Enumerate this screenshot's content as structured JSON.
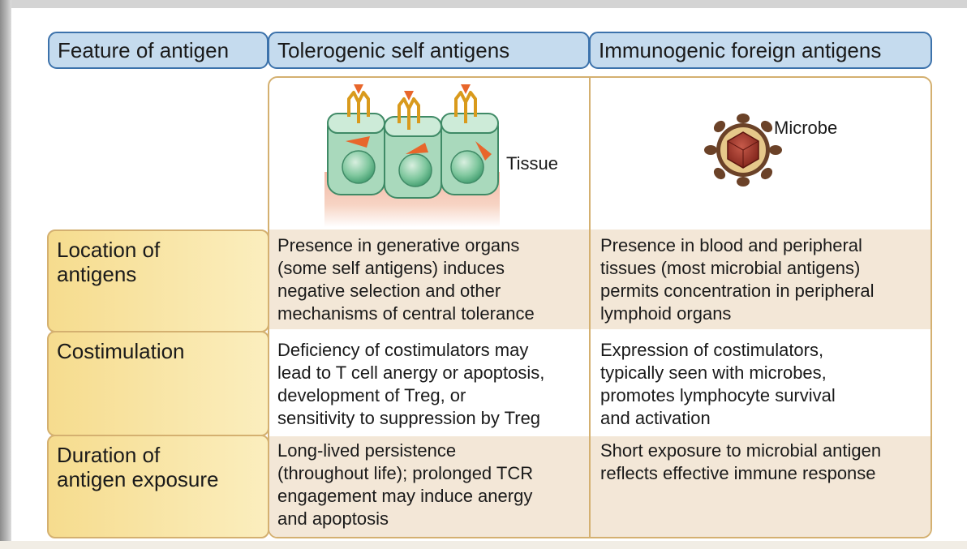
{
  "headers": [
    "Feature of antigen",
    "Tolerogenic self antigens",
    "Immunogenic foreign antigens"
  ],
  "illustrations": {
    "tissue_label": "Tissue",
    "microbe_label": "Microbe"
  },
  "rows": [
    {
      "feature": [
        "Location of",
        "antigens"
      ],
      "self": [
        "Presence in generative organs",
        "(some self antigens) induces",
        "negative selection and other",
        "mechanisms of central tolerance"
      ],
      "foreign": [
        "Presence in blood and peripheral",
        "tissues (most microbial antigens)",
        "permits concentration in peripheral",
        "lymphoid organs"
      ]
    },
    {
      "feature": [
        "Costimulation"
      ],
      "self": [
        "Deficiency of costimulators may",
        "lead to T cell anergy or apoptosis,",
        "development of Treg, or",
        "sensitivity to suppression by Treg"
      ],
      "foreign": [
        "Expression of costimulators,",
        "typically seen with microbes,",
        "promotes lymphocyte survival",
        "and activation"
      ]
    },
    {
      "feature": [
        "Duration of",
        "antigen exposure"
      ],
      "self": [
        "Long-lived persistence",
        "(throughout life); prolonged TCR",
        "engagement may induce anergy",
        "and apoptosis"
      ],
      "foreign": [
        "Short exposure to microbial antigen",
        "reflects effective immune response"
      ]
    }
  ],
  "colors": {
    "header_fill": "#c5dbee",
    "header_border": "#3c72ab",
    "feature_fill": "#f6dc8e",
    "band_fill": "#f3e7d7",
    "border_gold": "#d4b070"
  }
}
